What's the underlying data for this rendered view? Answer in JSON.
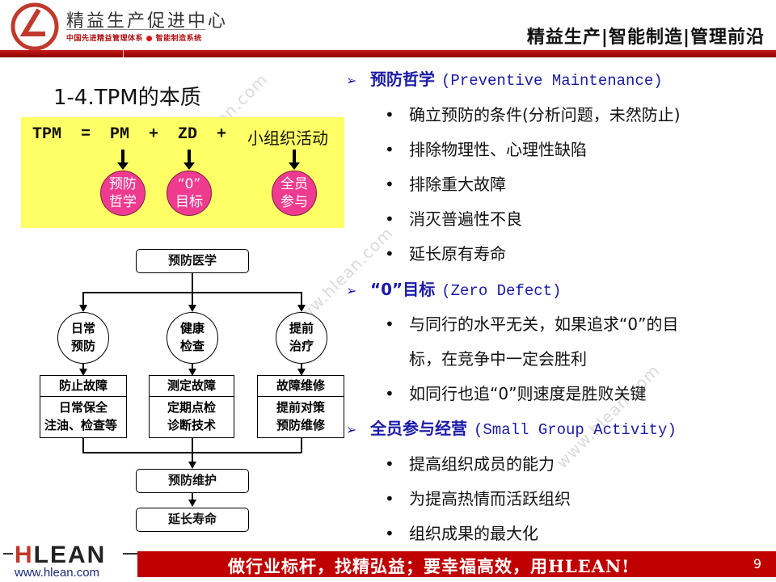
{
  "header": {
    "brand_title": "精益生产促进中心",
    "brand_sub_left": "中国先进精益管理体系",
    "brand_sub_dot": "●",
    "brand_sub_right": "智能制造系统",
    "slogan_right": "精益生产|智能制造|管理前沿",
    "colors": {
      "bar": "#b00000",
      "logo_red": "#c0392b"
    }
  },
  "slide": {
    "title": "1-4.TPM的本质",
    "formula": {
      "terms": [
        "TPM",
        "=",
        "PM",
        "+",
        "ZD",
        "+",
        "小组织活动"
      ],
      "circles": [
        {
          "line1": "预防",
          "line2": "哲学"
        },
        {
          "line1": "“0”",
          "line2": "目标"
        },
        {
          "line1": "全员",
          "line2": "参与"
        }
      ],
      "colors": {
        "box": "#ffff66",
        "circle": "#ee3b8f"
      }
    },
    "diagram": {
      "root": "预防医学",
      "branches": [
        {
          "circle_l1": "日常",
          "circle_l2": "预防",
          "head": "防止故障",
          "body_l1": "日常保全",
          "body_l2": "注油、检查等"
        },
        {
          "circle_l1": "健康",
          "circle_l2": "检查",
          "head": "测定故障",
          "body_l1": "定期点检",
          "body_l2": "诊断技术"
        },
        {
          "circle_l1": "提前",
          "circle_l2": "治疗",
          "head": "故障维修",
          "body_l1": "提前对策",
          "body_l2": "预防维修"
        }
      ],
      "merge": "预防维护",
      "final": "延长寿命"
    },
    "sections": [
      {
        "marker": "➢",
        "title_cn": "预防哲学",
        "title_en": "(Preventive Maintenance)",
        "bullets": [
          "确立预防的条件(分析问题，未然防止)",
          "排除物理性、心理性缺陷",
          "排除重大故障",
          "消灭普遍性不良",
          "延长原有寿命"
        ]
      },
      {
        "marker": "➢",
        "title_cn": "“0”目标",
        "title_en": "(Zero Defect)",
        "bullets": [
          "与同行的水平无关，如果追求“0”的目",
          "如同行也追“0”则速度是胜败关键"
        ],
        "continuation": "标，在竞争中一定会胜利"
      },
      {
        "marker": "➢",
        "title_cn": "全员参与经营",
        "title_en": "(Small Group Activity)",
        "bullets": [
          "提高组织成员的能力",
          "为提高热情而活跃组织",
          "组织成果的最大化"
        ]
      }
    ],
    "bullet_glyph": "•",
    "watermark": "www.hlean.com"
  },
  "footer": {
    "logo_h": "H",
    "logo_rest": "LEAN",
    "url": "www.hlean.com",
    "slogan": "做行业标杆，找精弘益；要幸福高效，用HLEAN!",
    "page_number": "9",
    "colors": {
      "bar": "#c00000"
    }
  }
}
